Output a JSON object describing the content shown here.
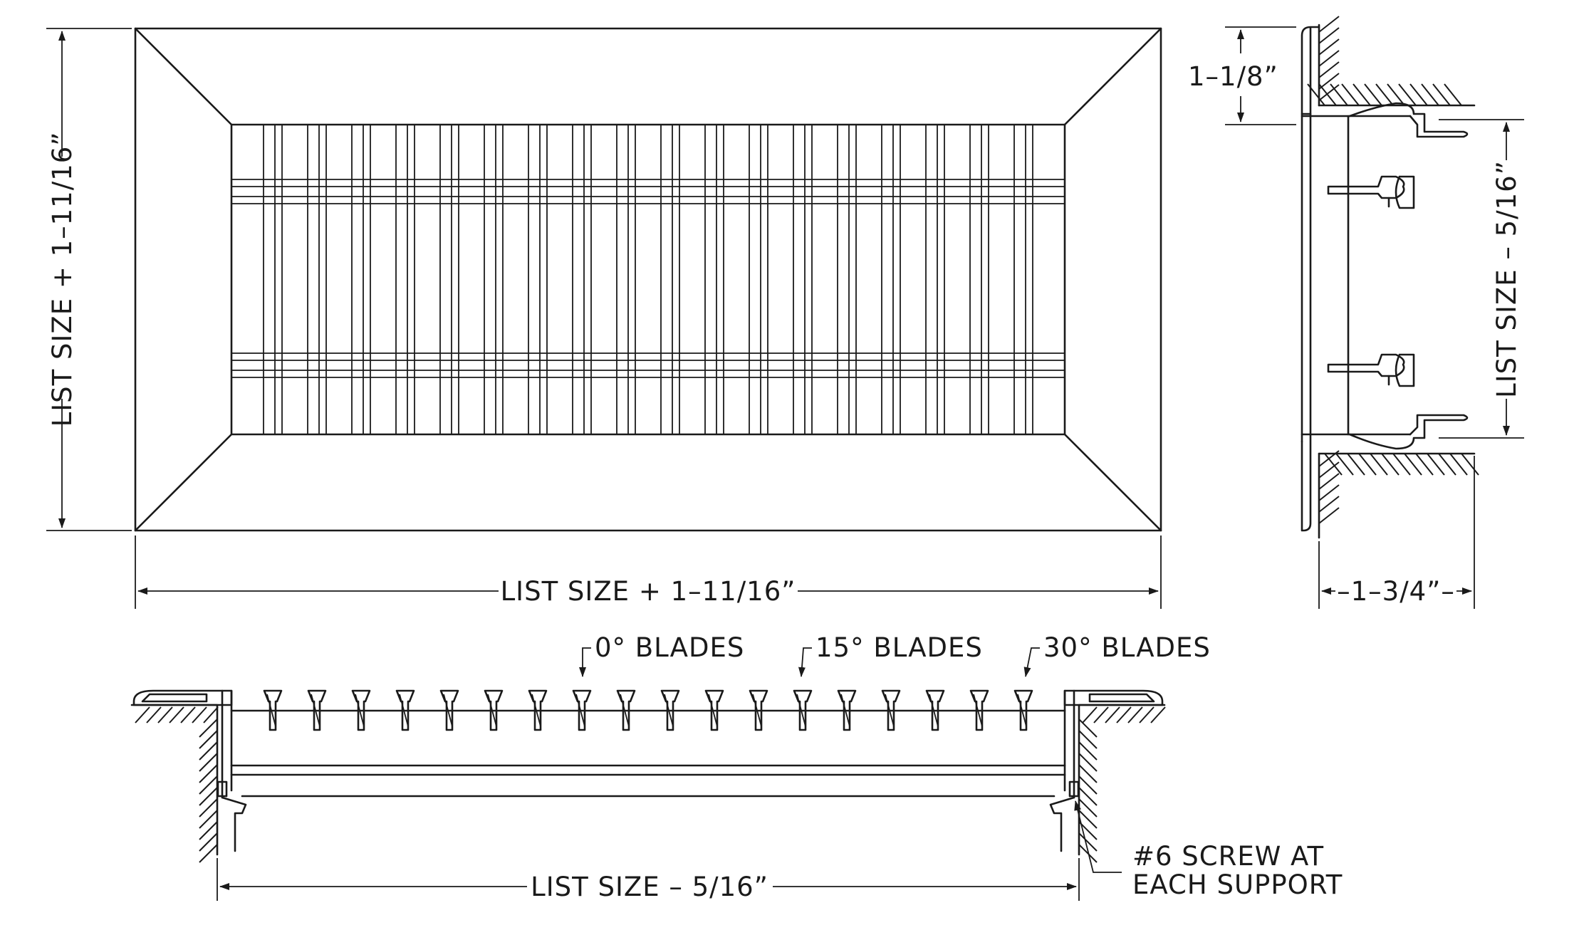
{
  "dimensions": {
    "front_height": "LIST SIZE + 1–11/16”",
    "front_width": "LIST SIZE + 1–11/16”",
    "side_flange": "1–1/8”",
    "side_height": "LIST SIZE  –  5/16”",
    "side_depth": "–1–3/4”–",
    "section_width": "LIST SIZE  –  5/16”"
  },
  "callouts": {
    "blades_0": "0° BLADES",
    "blades_15": "15° BLADES",
    "blades_30": "30° BLADES",
    "screw_line1": "#6 SCREW AT",
    "screw_line2": "EACH SUPPORT"
  },
  "colors": {
    "ink": "#1a1a1a",
    "paper": "#ffffff"
  }
}
